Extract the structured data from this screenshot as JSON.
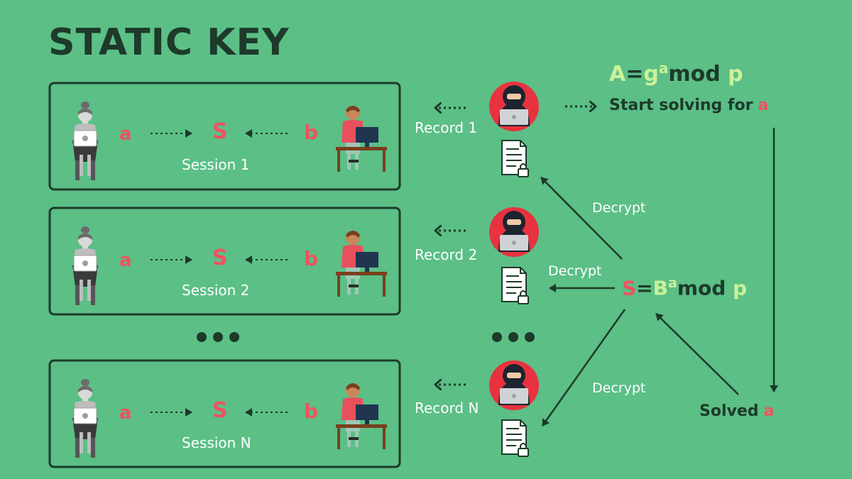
{
  "title": "STATIC KEY",
  "sessions": [
    {
      "label": "Session 1",
      "left_key": "a",
      "shared": "S",
      "right_key": "b"
    },
    {
      "label": "Session 2",
      "left_key": "a",
      "shared": "S",
      "right_key": "b"
    },
    {
      "label": "Session N",
      "left_key": "a",
      "shared": "S",
      "right_key": "b"
    }
  ],
  "records": [
    {
      "label": "Record 1"
    },
    {
      "label": "Record 2"
    },
    {
      "label": "Record N"
    }
  ],
  "eq_public": {
    "A": "A",
    "eq": "=",
    "g": "g",
    "exp": "a",
    "mod": "mod",
    "p": "p"
  },
  "start_solving": {
    "text": "Start solving for",
    "var": "a"
  },
  "eq_secret": {
    "S": "S",
    "eq": "=",
    "B": "B",
    "exp": "a",
    "mod": "mod",
    "p": "p"
  },
  "solved": {
    "text": "Solved",
    "var": "a"
  },
  "decrypt_labels": [
    "Decrypt",
    "Decrypt",
    "Decrypt"
  ],
  "colors": {
    "background": "#5bbf86",
    "dark": "#1d3a2a",
    "red": "#f0525f",
    "lime": "#c9f29a",
    "white": "#ffffff"
  }
}
